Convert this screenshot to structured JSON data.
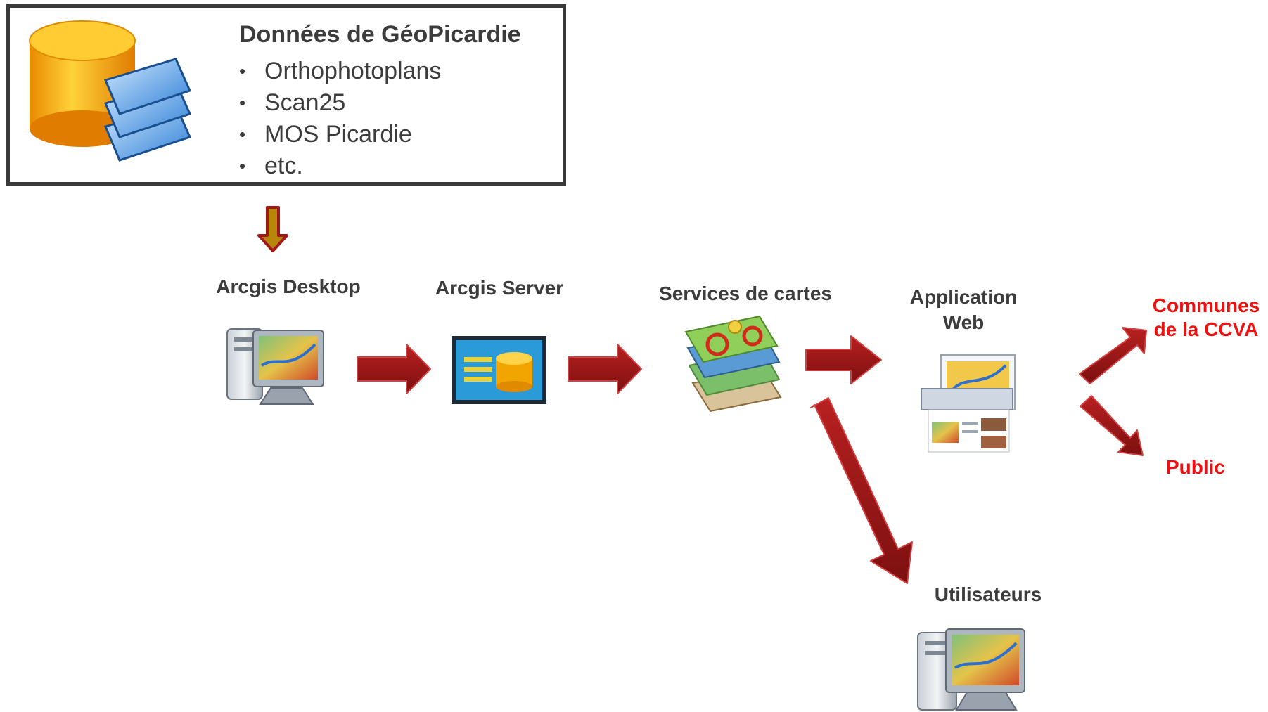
{
  "source": {
    "title": "Données de GéoPicardie",
    "items": [
      "Orthophotoplans",
      "Scan25",
      "MOS Picardie",
      "etc."
    ]
  },
  "nodes": {
    "desktop": "Arcgis Desktop",
    "server": "Arcgis Server",
    "services": "Services de cartes",
    "webapp_line1": "Application",
    "webapp_line2": "Web",
    "users": "Utilisateurs"
  },
  "audiences": {
    "communes_line1": "Communes",
    "communes_line2": "de la CCVA",
    "public": "Public"
  },
  "colors": {
    "arrow_fill": "#a01818",
    "arrow_edge": "#d04040",
    "audience_text": "#ee1111",
    "label_text": "#3c3c3c",
    "down_arrow_fill": "#b8860b"
  }
}
